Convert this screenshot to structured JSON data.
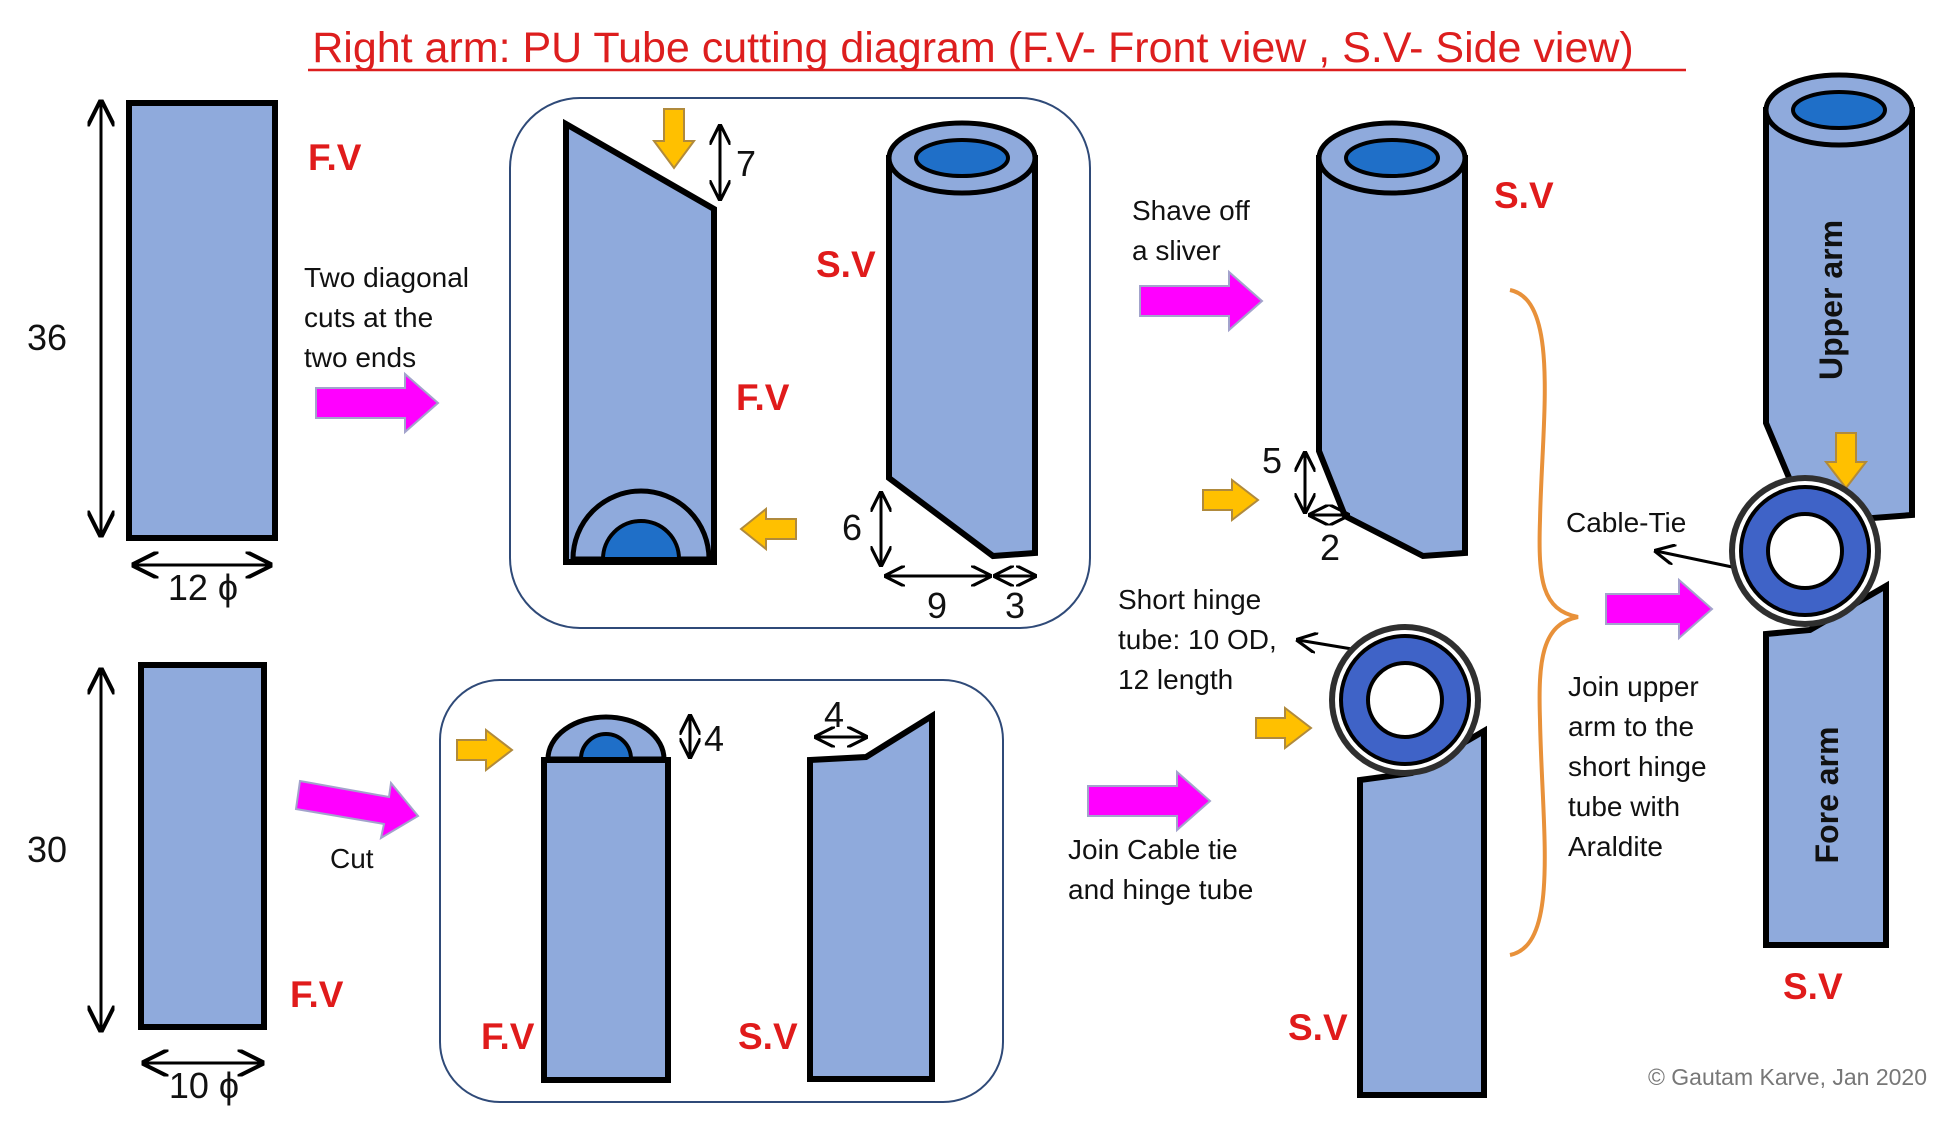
{
  "title": "Right arm: PU Tube cutting diagram (F.V- Front view , S.V- Side view)",
  "labels": {
    "fv": "F.V",
    "sv": "S.V"
  },
  "dimensions": {
    "upper_length": "36",
    "upper_dia": "12 ϕ",
    "cut_depth_top": "7",
    "cut_height_bottom": "6",
    "cut_width_9": "9",
    "cut_width_3": "3",
    "shave_height": "5",
    "shave_width": "2",
    "fore_length": "30",
    "fore_dia": "10 ϕ",
    "fore_cap": "4",
    "fore_cut": "4"
  },
  "notes": {
    "two_diagonal": [
      "Two diagonal",
      "cuts at the",
      "two ends"
    ],
    "shave": [
      "Shave off",
      "a sliver"
    ],
    "cut": "Cut",
    "short_hinge": [
      "Short hinge",
      "tube: 10 OD,",
      "12 length"
    ],
    "join_cable": [
      "Join Cable tie",
      "and hinge tube"
    ],
    "cable_tie": "Cable-Tie",
    "join_upper": [
      "Join upper",
      "arm to the",
      "short hinge",
      "tube with",
      "Araldite"
    ],
    "upper_arm": "Upper arm",
    "fore_arm": "Fore arm"
  },
  "copyright": "© Gautam Karve, Jan 2020",
  "colors": {
    "tube": "#8faadc",
    "bore": "#1f6fc8",
    "label": "#e01b1b",
    "magenta_arrow": "#ff00ff",
    "orange_arrow": "#ffc000",
    "bracket": "#e8913a"
  }
}
